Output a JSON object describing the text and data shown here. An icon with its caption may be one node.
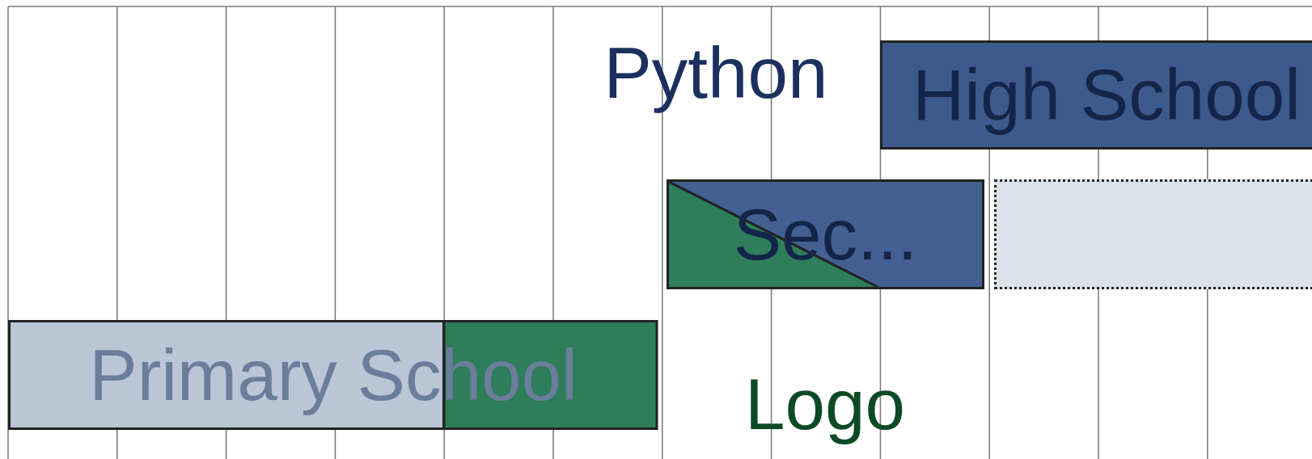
{
  "diagram": {
    "nodes": [
      {
        "text": [
          "Python"
        ]
      },
      {
        "text": [
          "High School"
        ]
      },
      {
        "text": [
          "Sec..."
        ]
      },
      {
        "text": [],
        "shape": "box"
      },
      {
        "text": [
          "Primary School"
        ]
      },
      {
        "text": [
          "Logo"
        ]
      }
    ]
  }
}
